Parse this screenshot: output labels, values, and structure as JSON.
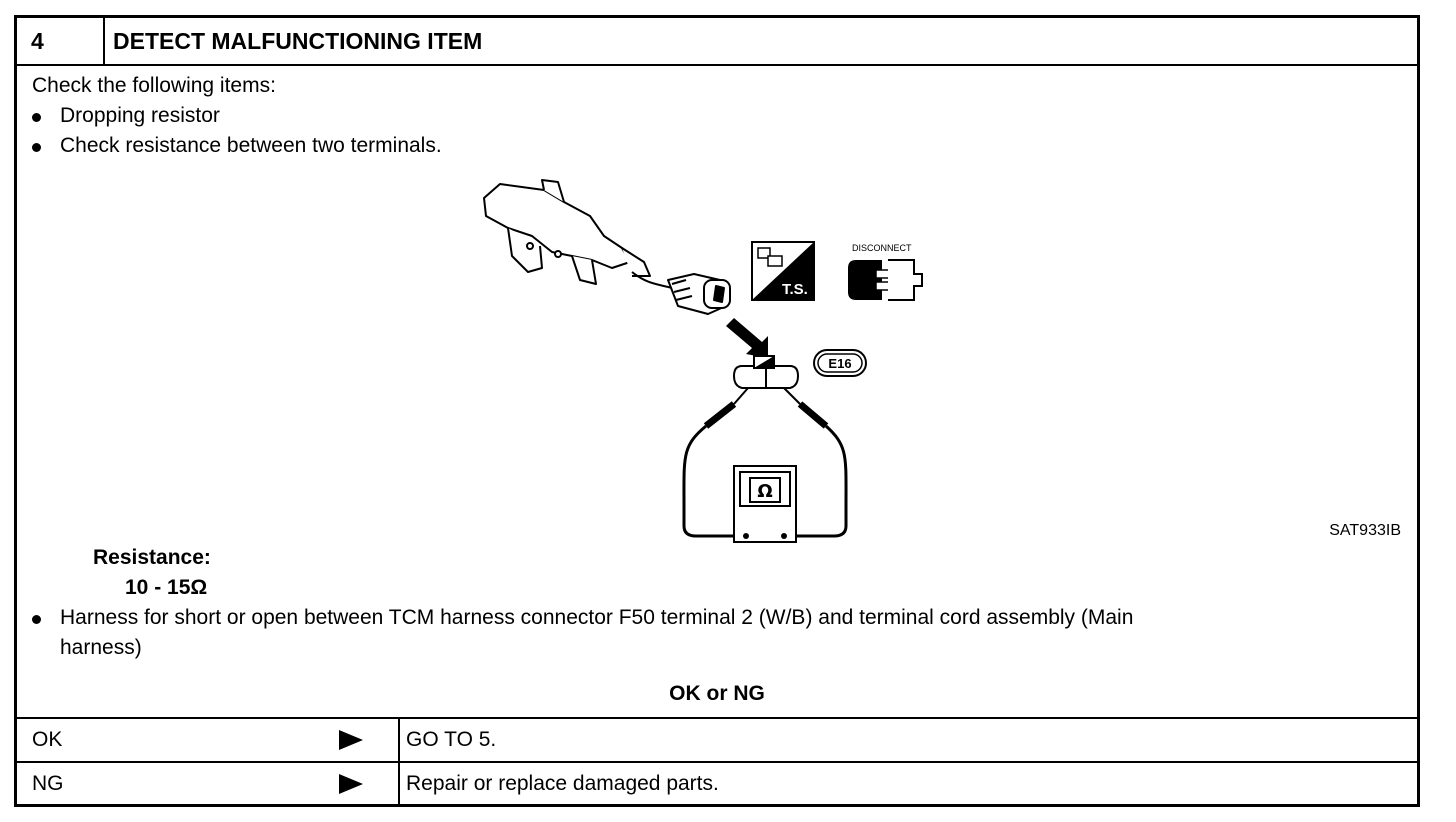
{
  "header": {
    "step": "4",
    "title": "DETECT MALFUNCTIONING ITEM"
  },
  "intro": "Check the following items:",
  "items": [
    "Dropping resistor",
    "Check resistance between two terminals."
  ],
  "figure": {
    "ts_label": "T.S.",
    "disconnect_label": "DISCONNECT",
    "connector_label": "E16",
    "meter_symbol": "Ω",
    "code": "SAT933IB"
  },
  "spec": {
    "label": "Resistance:",
    "value": "10 - 15Ω"
  },
  "harness_item": {
    "line1": "Harness for short or open between TCM harness connector F50 terminal 2 (W/B) and terminal cord assembly (Main",
    "line2": "harness)"
  },
  "result_heading": "OK or NG",
  "results": [
    {
      "label": "OK",
      "action": "GO TO 5."
    },
    {
      "label": "NG",
      "action": "Repair or replace damaged parts."
    }
  ]
}
